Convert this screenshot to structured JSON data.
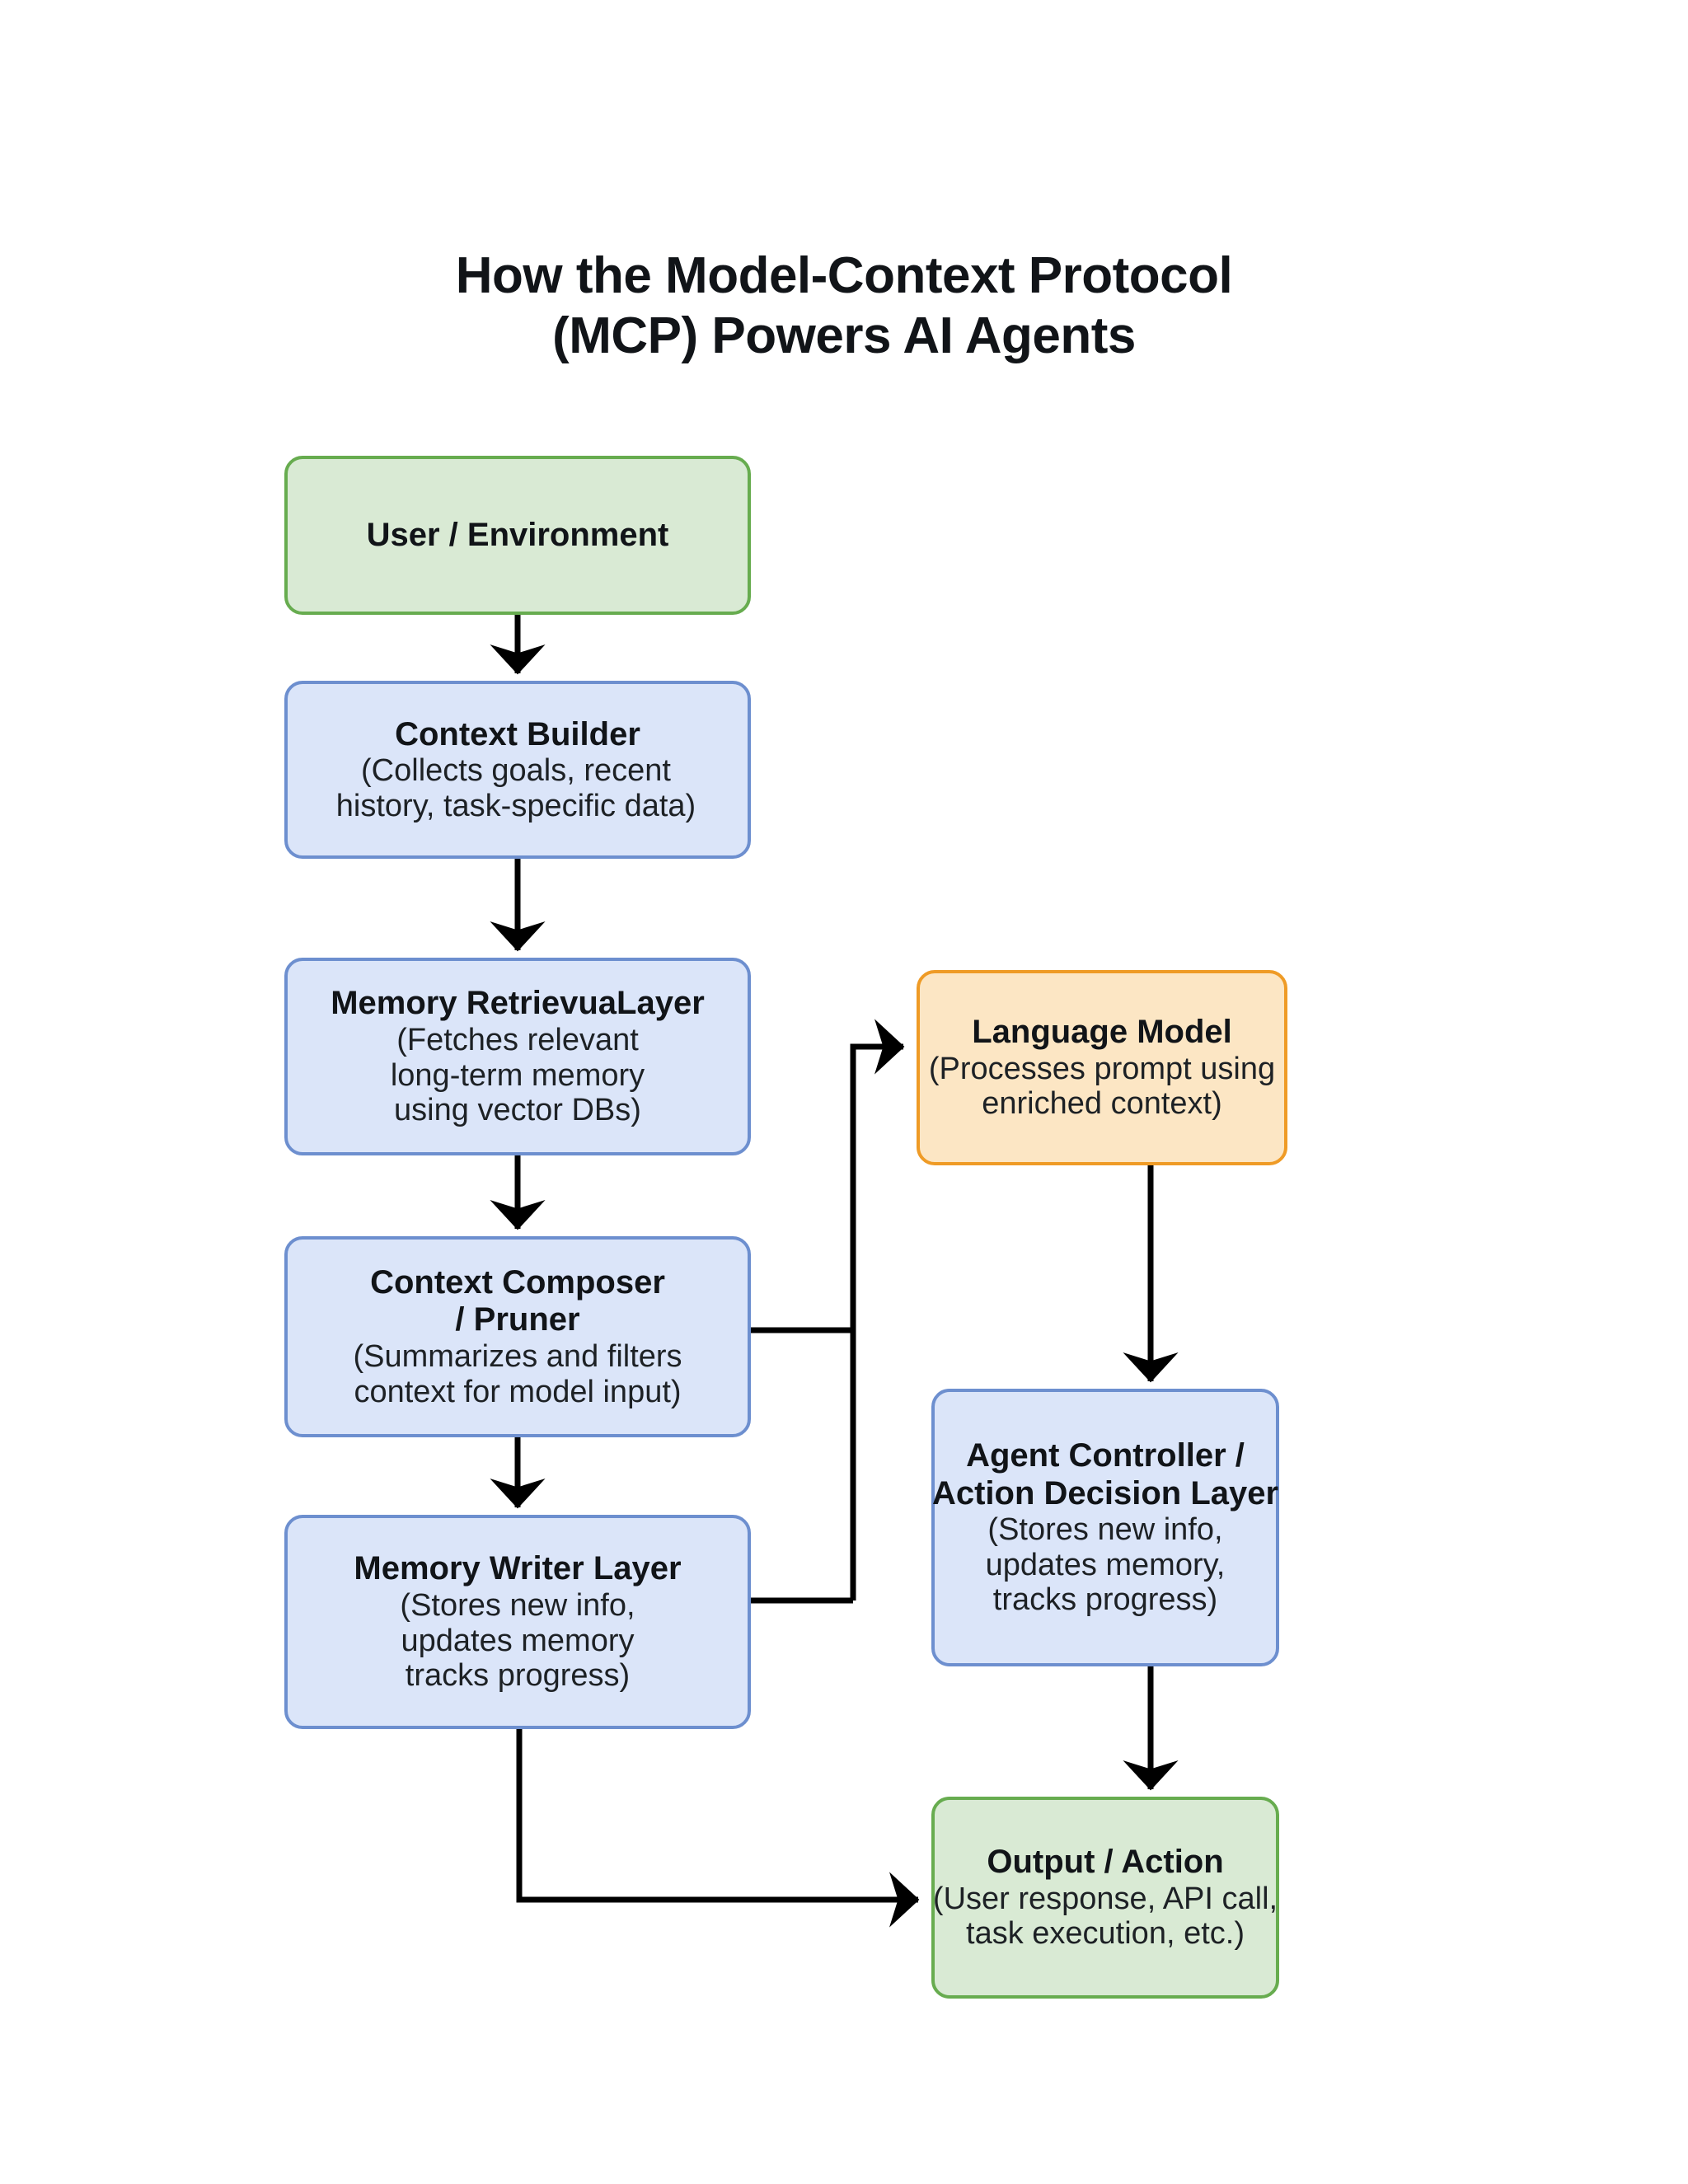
{
  "title": {
    "line1": "How the Model-Context Protocol",
    "line2": "(MCP) Powers AI Agents"
  },
  "palette": {
    "green_fill": "#d9ead4",
    "green_border": "#67ac4f",
    "blue_fill": "#dbe5f9",
    "blue_border": "#6d8fcf",
    "orange_fill": "#fce6c4",
    "orange_border": "#ef9b26",
    "connector": "#000000",
    "text": "#111418",
    "background": "#ffffff"
  },
  "nodes": {
    "user": {
      "heading": "User / Environment",
      "subtitle": ""
    },
    "context_builder": {
      "heading": "Context Builder",
      "sub_line1": "(Collects goals, recent",
      "sub_line2": "history, task-specific data)"
    },
    "memory_retrieval": {
      "heading": "Memory RetrievuaLayer",
      "sub_line1": "(Fetches relevant",
      "sub_line2": "long-term memory",
      "sub_line3": "using vector DBs)"
    },
    "context_composer": {
      "heading_line1": "Context Composer",
      "heading_line2": "/ Pruner",
      "sub_line1": "(Summarizes and filters",
      "sub_line2": "context for model input)"
    },
    "memory_writer": {
      "heading": "Memory Writer Layer",
      "sub_line1": "(Stores new info,",
      "sub_line2": "updates memory",
      "sub_line3": "tracks progress)"
    },
    "language_model": {
      "heading": "Language Model",
      "sub_line1": "(Processes prompt using",
      "sub_line2": "enriched context)"
    },
    "agent_controller": {
      "heading_line1": "Agent Controller /",
      "heading_line2": "Action Decision Layer",
      "sub_line1": "(Stores new info,",
      "sub_line2": "updates memory,",
      "sub_line3": "tracks progress)"
    },
    "output_action": {
      "heading": "Output / Action",
      "sub_line1": "(User response, API call,",
      "sub_line2": "task execution, etc.)"
    }
  },
  "connectors": [
    {
      "name": "user-to-context-builder",
      "from": "user",
      "to": "context_builder",
      "style": "straight-arrow-down"
    },
    {
      "name": "context-builder-to-memory-retrieval",
      "from": "context_builder",
      "to": "memory_retrieval",
      "style": "straight-arrow-down"
    },
    {
      "name": "memory-retrieval-to-context-composer",
      "from": "memory_retrieval",
      "to": "context_composer",
      "style": "straight-arrow-down"
    },
    {
      "name": "context-composer-to-memory-writer",
      "from": "context_composer",
      "to": "memory_writer",
      "style": "straight-arrow-down"
    },
    {
      "name": "context-composer-to-language-model",
      "from": "context_composer",
      "to": "language_model",
      "style": "orthogonal-right-up-arrow"
    },
    {
      "name": "memory-writer-to-language-model-bus",
      "from": "memory_writer",
      "to": "language_model",
      "style": "orthogonal-right-up"
    },
    {
      "name": "language-model-to-agent-controller",
      "from": "language_model",
      "to": "agent_controller",
      "style": "straight-arrow-down"
    },
    {
      "name": "agent-controller-to-output-action",
      "from": "agent_controller",
      "to": "output_action",
      "style": "straight-arrow-down"
    },
    {
      "name": "memory-writer-to-output-action",
      "from": "memory_writer",
      "to": "output_action",
      "style": "orthogonal-down-right-arrow"
    }
  ]
}
